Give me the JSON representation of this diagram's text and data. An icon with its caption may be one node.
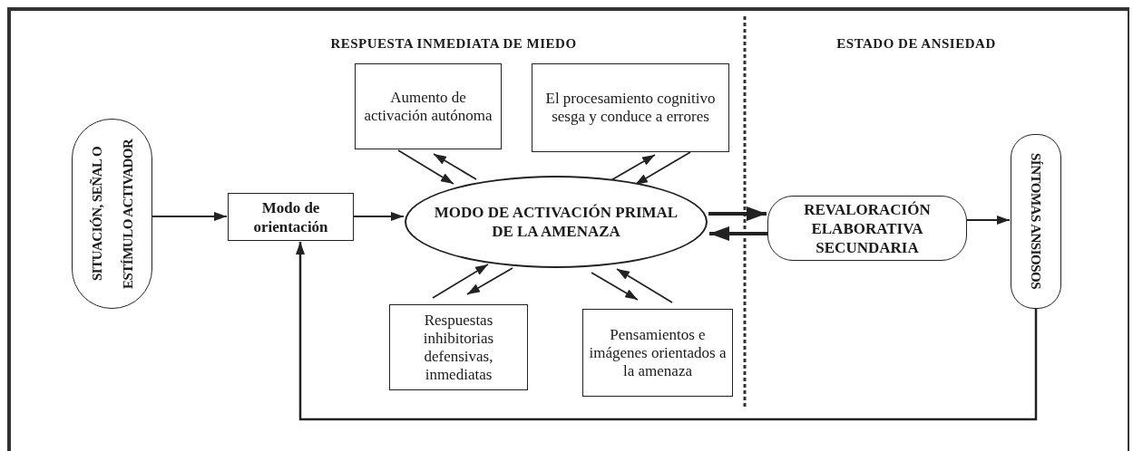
{
  "diagram": {
    "nodes": [
      {
        "text": [
          "SITUACIÓN, SEÑAL O ESTÍMULO ACTIVADOR"
        ]
      },
      {
        "text": [
          "Modo de orientación"
        ]
      },
      {
        "text": [
          "MODO DE ACTIVACIÓN PRIMAL DE LA AMENAZA"
        ]
      },
      {
        "text": [
          "Aumento de activación autónoma"
        ]
      },
      {
        "text": [
          "El procesamiento cognitivo sesga y conduce a errores"
        ]
      },
      {
        "text": [
          "Respuestas inhibitorias defensivas, inmediatas"
        ]
      },
      {
        "text": [
          "Pensamientos e imágenes orientados a la amenaza"
        ]
      },
      {
        "text": [
          "REVALORACIÓN ELABORATIVA SECUNDARIA"
        ]
      },
      {
        "text": [
          "SÍNTOMAS ANSIOSOS"
        ]
      }
    ],
    "edges": [
      {
        "from": 0,
        "to": 1,
        "arrow": "to"
      },
      {
        "from": 1,
        "to": 2,
        "arrow": "to"
      },
      {
        "from": 3,
        "to": 2,
        "arrow": "to"
      },
      {
        "from": 2,
        "to": 3,
        "arrow": "to"
      },
      {
        "from": 2,
        "to": 4,
        "arrow": "to"
      },
      {
        "from": 4,
        "to": 2,
        "arrow": "to"
      },
      {
        "from": 2,
        "to": 7,
        "arrow": "to",
        "style": "thick"
      },
      {
        "from": 7,
        "to": 2,
        "arrow": "to",
        "style": "thick"
      },
      {
        "from": 5,
        "to": 2,
        "arrow": "to"
      },
      {
        "from": 2,
        "to": 5,
        "arrow": "to"
      },
      {
        "from": 2,
        "to": 6,
        "arrow": "to"
      },
      {
        "from": 6,
        "to": 2,
        "arrow": "to"
      },
      {
        "from": 7,
        "to": 8,
        "arrow": "to"
      },
      {
        "from": 8,
        "to": 1,
        "arrow": "to"
      }
    ],
    "labels": [
      "RESPUESTA INMEDIATA DE MIEDO",
      "ESTADO DE ANSIEDAD"
    ]
  }
}
